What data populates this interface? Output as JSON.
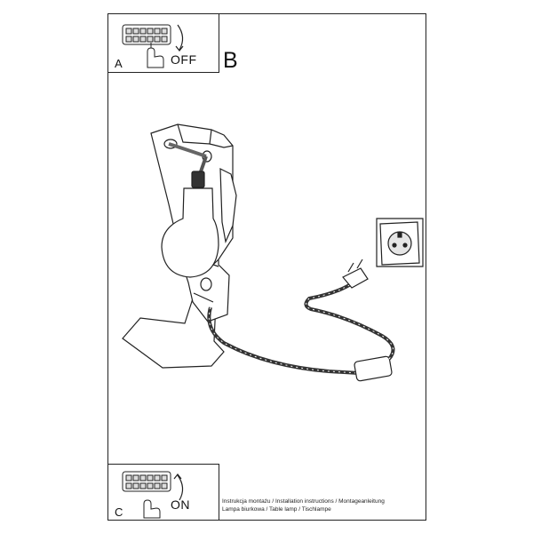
{
  "panel_a": {
    "letter": "A",
    "switch_state": "OFF"
  },
  "step": {
    "letter": "B"
  },
  "panel_c": {
    "letter": "C",
    "switch_state": "ON"
  },
  "caption": {
    "line1": "Instrukcja montażu / Installation instructions / Montageanleitung",
    "line2": "Lampa biurkowa / Table lamp / Tischlampe"
  },
  "icons": [
    "cord-switch-icon",
    "hand-press-icon",
    "rotate-arrow-icon",
    "wall-socket-icon",
    "plug-icon",
    "bulb-icon"
  ]
}
